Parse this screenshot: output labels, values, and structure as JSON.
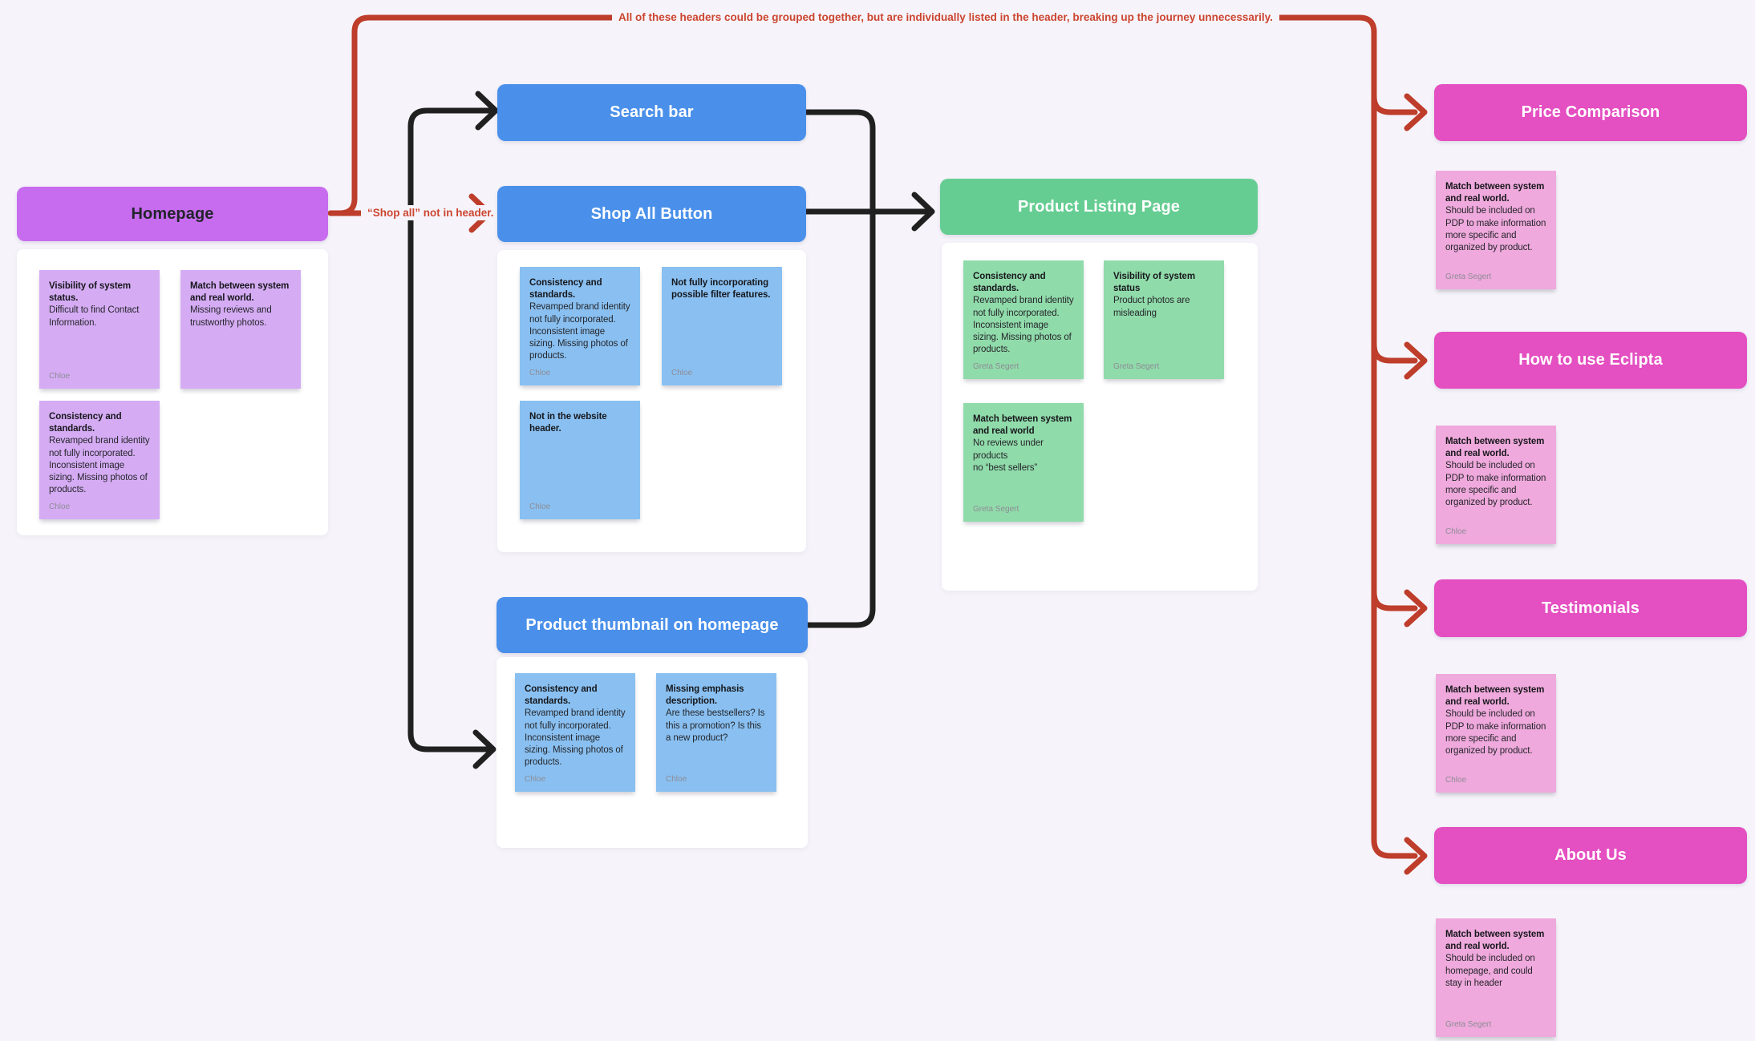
{
  "colors": {
    "background": "#F6F4FA",
    "card_background": "#FFFFFF",
    "purple_header": "#C76CEF",
    "purple_note": "#D5ACF4",
    "blue_header": "#4A90EA",
    "blue_note": "#89C0F1",
    "green_header": "#66CD92",
    "green_note": "#90DBAA",
    "pink_header": "#E44FC1",
    "pink_note": "#EFA9DC",
    "red_annotation": "#BE3D2B",
    "red_text": "#CC4530",
    "black_connector": "#202020"
  },
  "annotations": {
    "header_grouping_note": "All of these headers could be grouped together, but are individually listed in the header, breaking up the journey unnecessarily.",
    "shop_all_note": "“Shop all” not in header."
  },
  "groups": {
    "homepage": {
      "title": "Homepage",
      "notes": [
        {
          "title": "Visibility of system status.",
          "body": "Difficult to find Contact Information.",
          "author": "Chloe"
        },
        {
          "title": "Match between system and real world.",
          "body": "Missing reviews and trustworthy photos.",
          "author": ""
        },
        {
          "title": "Consistency and standards.",
          "body": "Revamped brand identity not fully incorporated. Inconsistent image sizing. Missing photos of products.",
          "author": "Chloe"
        }
      ]
    },
    "search_bar": {
      "title": "Search bar",
      "notes": []
    },
    "shop_all": {
      "title": "Shop All Button",
      "notes": [
        {
          "title": "Consistency and standards.",
          "body": "Revamped brand identity not fully incorporated. Inconsistent image sizing. Missing photos of products.",
          "author": "Chloe"
        },
        {
          "title": "Not fully incorporating possible filter features.",
          "body": "",
          "author": "Chloe"
        },
        {
          "title": "Not in the website header.",
          "body": "",
          "author": "Chloe"
        }
      ]
    },
    "product_thumbnail": {
      "title": "Product thumbnail on homepage",
      "notes": [
        {
          "title": "Consistency and standards.",
          "body": "Revamped brand identity not fully incorporated. Inconsistent image sizing. Missing photos of products.",
          "author": "Chloe"
        },
        {
          "title": "Missing emphasis description.",
          "body": "Are these bestsellers? Is this a promotion? Is this a new product?",
          "author": "Chloe"
        }
      ]
    },
    "product_listing": {
      "title": "Product Listing Page",
      "notes": [
        {
          "title": "Consistency and standards.",
          "body": "Revamped brand identity not fully incorporated. Inconsistent image sizing. Missing photos of products.",
          "author": "Greta Segert"
        },
        {
          "title": "Visibility of system status",
          "body": "Product photos are misleading",
          "author": "Greta Segert"
        },
        {
          "title": "Match between system and real world",
          "body": "No reviews under products\nno “best sellers”",
          "author": "Greta Segert"
        }
      ]
    },
    "price_comparison": {
      "title": "Price Comparison",
      "notes": [
        {
          "title": "Match between system and real world.",
          "body": "Should be included on PDP to make information more specific and organized by product.",
          "author": "Greta Segert"
        }
      ]
    },
    "how_to_use": {
      "title": "How to use Eclipta",
      "notes": [
        {
          "title": "Match between system and real world.",
          "body": "Should be included on PDP to make information more specific and organized by product.",
          "author": "Chloe"
        }
      ]
    },
    "testimonials": {
      "title": "Testimonials",
      "notes": [
        {
          "title": "Match between system and real world.",
          "body": "Should be included on PDP to make information more specific and organized by product.",
          "author": "Chloe"
        }
      ]
    },
    "about_us": {
      "title": "About Us",
      "notes": [
        {
          "title": "Match between system and real world.",
          "body": "Should be included on homepage, and could stay in header",
          "author": "Greta Segert"
        }
      ]
    }
  }
}
